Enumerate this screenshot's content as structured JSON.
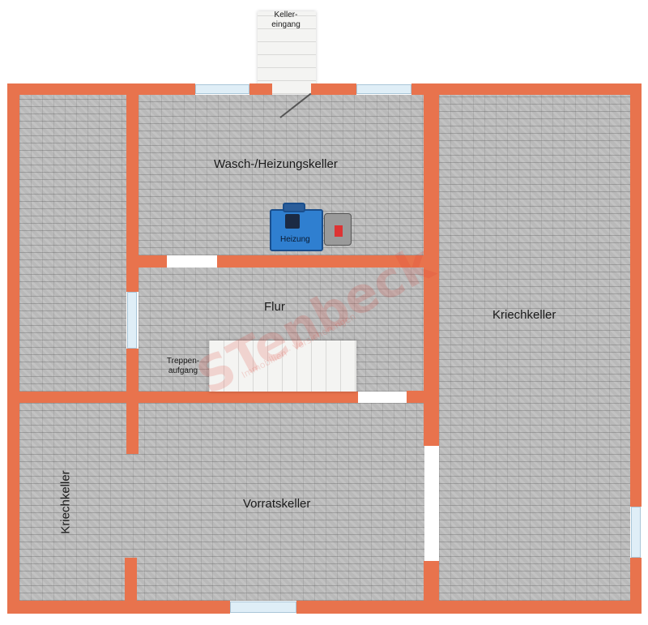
{
  "rooms": {
    "wasch_heizung": "Wasch-/Heizungskeller",
    "flur": "Flur",
    "kriechkeller_right": "Kriechkeller",
    "kriechkeller_left": "Kriechkeller",
    "vorratskeller": "Vorratskeller"
  },
  "labels": {
    "kellereingang": "Keller-\neingang",
    "treppenaufgang": "Treppen-\naufgang",
    "heizung": "Heizung"
  },
  "watermark": {
    "brand": "STenbeck",
    "sub": "Immobilien · Versicherungen"
  },
  "colors": {
    "wall": "#e8734d",
    "floor": "#b9b9b9",
    "heater": "#2f7fd0",
    "window": "#dfeef7"
  }
}
